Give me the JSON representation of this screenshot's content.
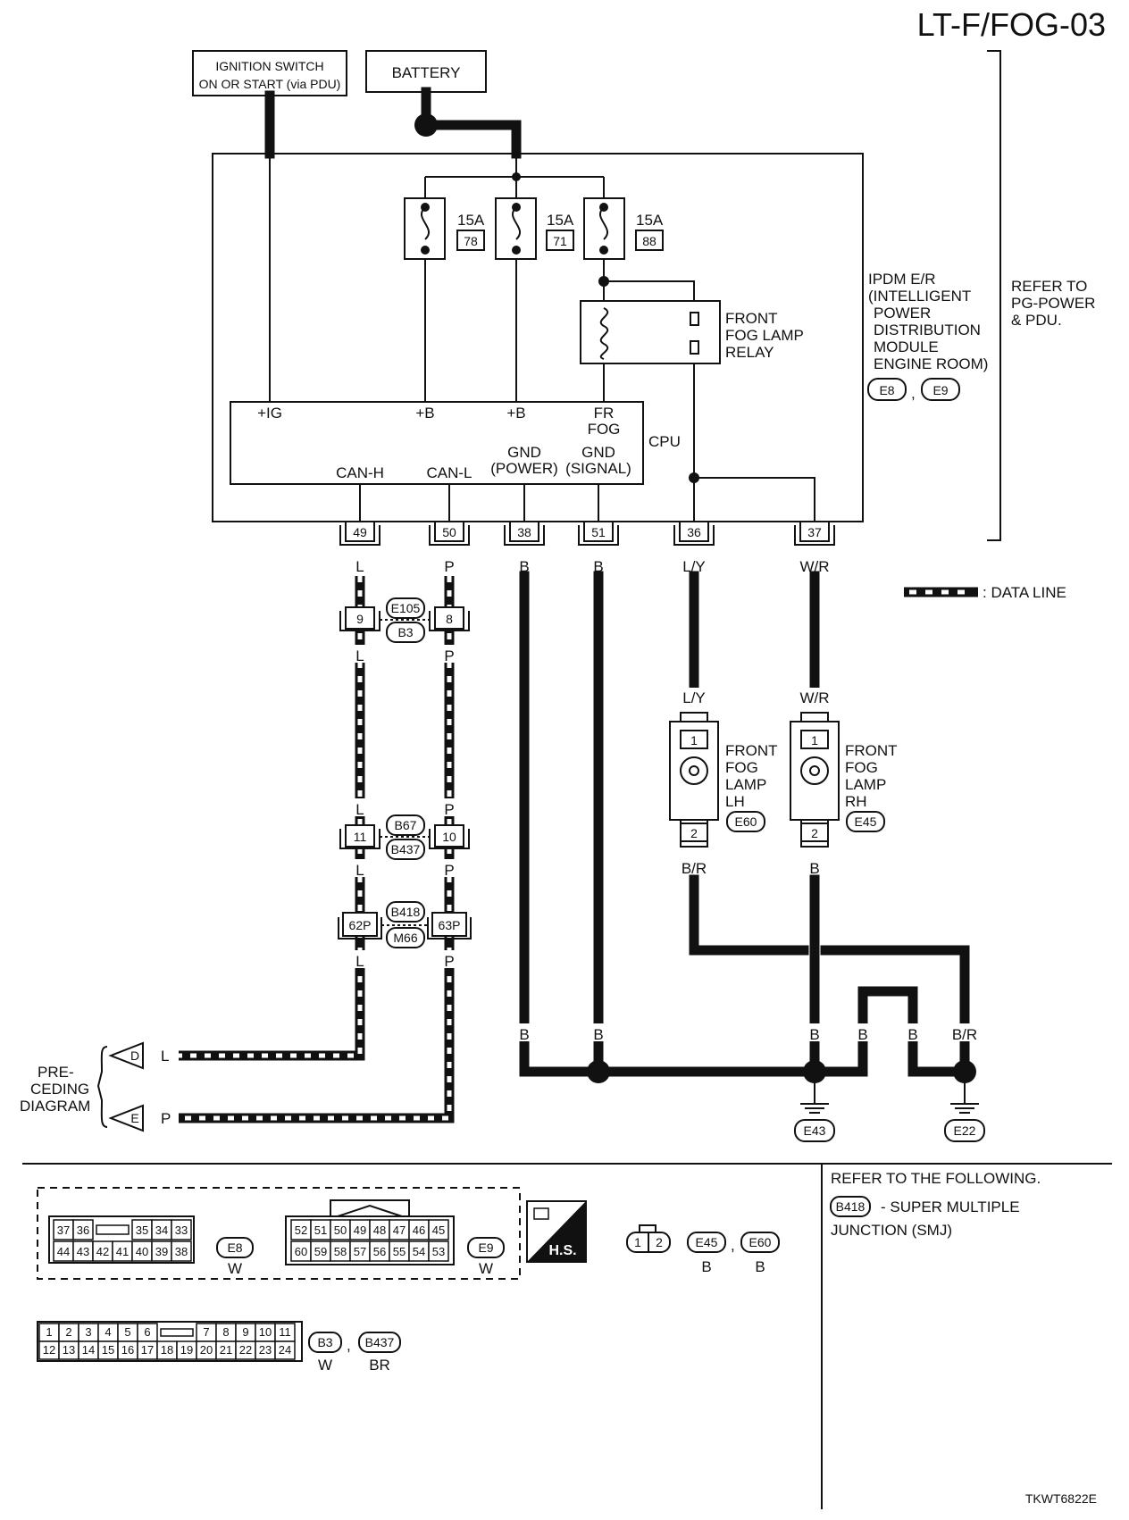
{
  "page_title": "LT-F/FOG-03",
  "ignition_switch": [
    "IGNITION SWITCH",
    "ON OR START (via PDU)"
  ],
  "battery": "BATTERY",
  "fuses": [
    {
      "amp": "15A",
      "num": "78"
    },
    {
      "amp": "15A",
      "num": "71"
    },
    {
      "amp": "15A",
      "num": "88"
    }
  ],
  "relay_label": [
    "FRONT",
    "FOG LAMP",
    "RELAY"
  ],
  "ipdm_label": [
    "IPDM E/R",
    "(INTELLIGENT",
    "POWER",
    "DISTRIBUTION",
    "MODULE",
    "ENGINE ROOM)"
  ],
  "ipdm_connectors": [
    "E8",
    "E9"
  ],
  "ipdm_sep": ",",
  "refer_power": [
    "REFER TO",
    "PG-POWER",
    "& PDU."
  ],
  "cpu": {
    "label": "CPU",
    "ig": "+IG",
    "b1": "+B",
    "b2": "+B",
    "frfog": [
      "FR",
      "FOG"
    ],
    "canh": "CAN-H",
    "canl": "CAN-L",
    "gndp": [
      "GND",
      "(POWER)"
    ],
    "gnds": [
      "GND",
      "(SIGNAL)"
    ]
  },
  "terminals": [
    "49",
    "50",
    "38",
    "51",
    "36",
    "37"
  ],
  "wire_colors_top": [
    "L",
    "P",
    "B",
    "B",
    "L/Y",
    "W/R"
  ],
  "data_line_legend": ": DATA LINE",
  "conn1": {
    "left": "9",
    "right": "8",
    "ids": [
      "E105",
      "B3"
    ],
    "below": [
      "L",
      "P"
    ]
  },
  "conn2": {
    "above": [
      "L",
      "P"
    ],
    "left": "11",
    "right": "10",
    "ids": [
      "B67",
      "B437"
    ],
    "below": [
      "L",
      "P"
    ]
  },
  "conn3": {
    "left": "62P",
    "right": "63P",
    "ids": [
      "B418",
      "M66"
    ],
    "below": [
      "L",
      "P"
    ]
  },
  "fog_lh": {
    "top_color": "L/Y",
    "pin1": "1",
    "pin2": "2",
    "label": [
      "FRONT",
      "FOG",
      "LAMP",
      "LH"
    ],
    "conn": "E60",
    "bottom_color": "B/R"
  },
  "fog_rh": {
    "top_color": "W/R",
    "pin1": "1",
    "pin2": "2",
    "label": [
      "FRONT",
      "FOG",
      "LAMP",
      "RH"
    ],
    "conn": "E45",
    "bottom_color": "B"
  },
  "bottom_colors": [
    "B",
    "B",
    "B",
    "B",
    "B",
    "B/R"
  ],
  "grounds": [
    "E43",
    "E22"
  ],
  "preceding": {
    "label": [
      "PRE-",
      "CEDING",
      "DIAGRAM"
    ],
    "d": "D",
    "e": "E",
    "d_color": "L",
    "e_color": "P"
  },
  "conn_e8": {
    "row1": [
      "37",
      "36",
      "35",
      "34",
      "33"
    ],
    "row2": [
      "44",
      "43",
      "42",
      "41",
      "40",
      "39",
      "38"
    ],
    "id": "E8",
    "color": "W"
  },
  "conn_e9": {
    "row1": [
      "52",
      "51",
      "50",
      "49",
      "48",
      "47",
      "46",
      "45"
    ],
    "row2": [
      "60",
      "59",
      "58",
      "57",
      "56",
      "55",
      "54",
      "53"
    ],
    "id": "E9",
    "color": "W"
  },
  "hs_label": "H.S.",
  "conn_e45_e60": {
    "pins": [
      "1",
      "2"
    ],
    "ids": [
      "E45",
      "E60"
    ],
    "colors": [
      "B",
      "B"
    ]
  },
  "conn_b3": {
    "row1": [
      "1",
      "2",
      "3",
      "4",
      "5",
      "6",
      "7",
      "8",
      "9",
      "10",
      "11"
    ],
    "row2": [
      "12",
      "13",
      "14",
      "15",
      "16",
      "17",
      "18",
      "19",
      "20",
      "21",
      "22",
      "23",
      "24"
    ],
    "ids": [
      "B3",
      "B437"
    ],
    "colors": [
      "W",
      "BR"
    ]
  },
  "refer_following": "REFER TO THE FOLLOWING.",
  "smj_id": "B418",
  "smj_text": [
    "- SUPER MULTIPLE",
    "JUNCTION (SMJ)"
  ],
  "footer_code": "TKWT6822E"
}
